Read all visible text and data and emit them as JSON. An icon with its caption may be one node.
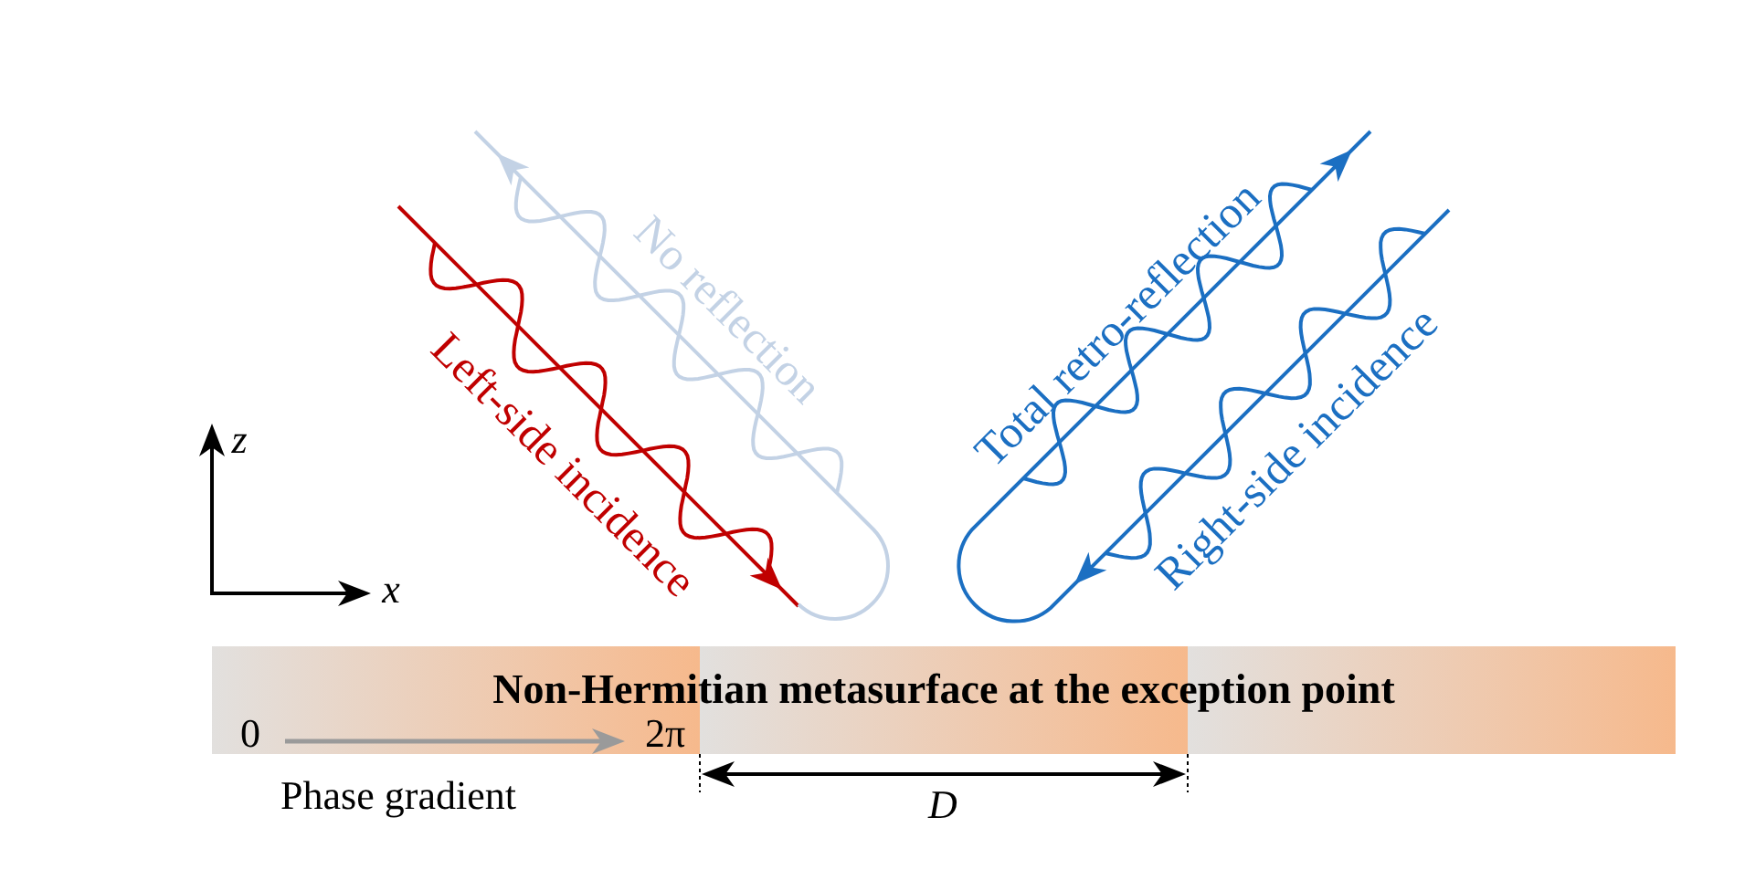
{
  "diagram": {
    "nodes": [
      {
        "text": [
          "Non-Hermitian metasurface at the exception point"
        ]
      }
    ],
    "edges": [],
    "labels": [
      "No reflection",
      "Total retro-reflection",
      "Left-side incidence",
      "Right-side incidence",
      "z",
      "x",
      "0",
      "2π",
      "Phase gradient",
      "D"
    ]
  }
}
